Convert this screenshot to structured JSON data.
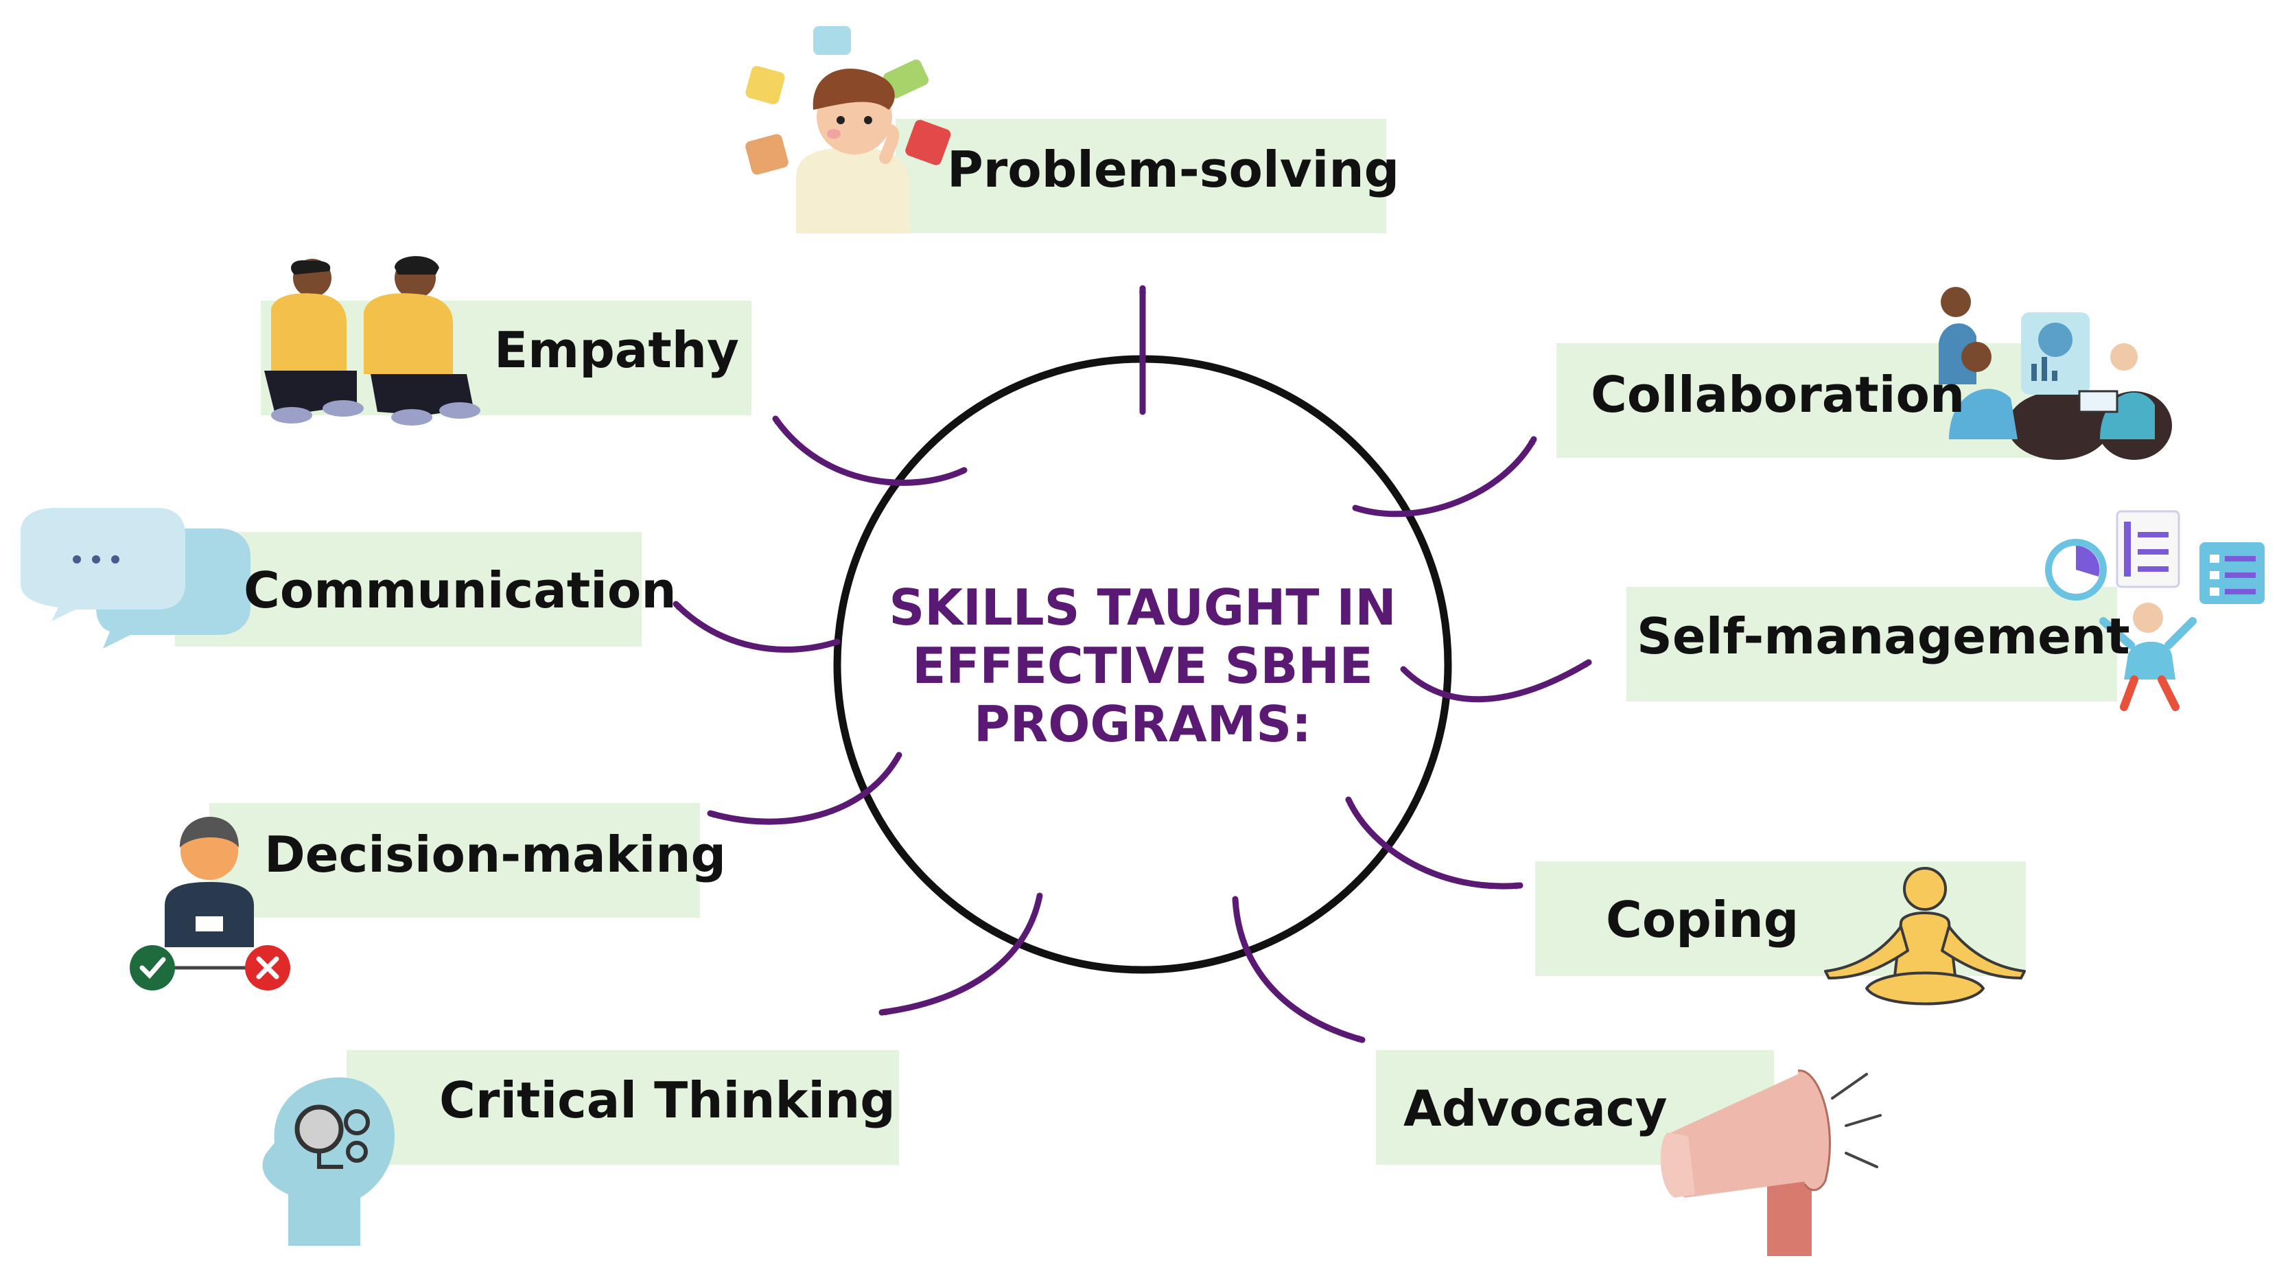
{
  "center": {
    "lines": [
      "SKILLS TAUGHT IN",
      "EFFECTIVE SBHE",
      "PROGRAMS:"
    ]
  },
  "skills": [
    {
      "id": "problem-solving",
      "label": "Problem-solving",
      "icon": "puzzled-person-icon"
    },
    {
      "id": "empathy",
      "label": "Empathy",
      "icon": "two-people-sitting-icon"
    },
    {
      "id": "communication",
      "label": "Communication",
      "icon": "speech-bubbles-icon"
    },
    {
      "id": "decision-making",
      "label": "Decision-making",
      "icon": "person-choice-icon"
    },
    {
      "id": "critical-thinking",
      "label": "Critical Thinking",
      "icon": "head-gears-icon"
    },
    {
      "id": "collaboration",
      "label": "Collaboration",
      "icon": "team-meeting-icon"
    },
    {
      "id": "self-management",
      "label": "Self-management",
      "icon": "juggling-tasks-icon"
    },
    {
      "id": "coping",
      "label": "Coping",
      "icon": "meditation-icon"
    },
    {
      "id": "advocacy",
      "label": "Advocacy",
      "icon": "megaphone-icon"
    }
  ],
  "colors": {
    "label_background": "#e3f3dd",
    "arrow": "#5a1a73",
    "center_text": "#5a1a73",
    "circle": "#111111"
  }
}
